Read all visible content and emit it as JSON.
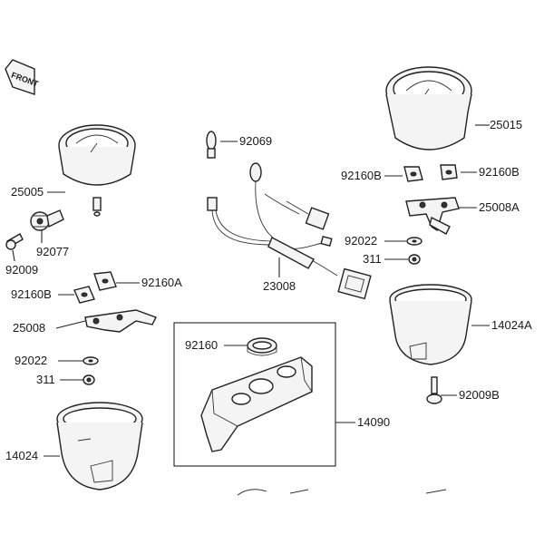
{
  "diagram": {
    "front_mark": "FRONT",
    "labels": [
      {
        "id": "l-25005",
        "text": "25005"
      },
      {
        "id": "l-92077",
        "text": "92077"
      },
      {
        "id": "l-92009",
        "text": "92009"
      },
      {
        "id": "l-92069",
        "text": "92069"
      },
      {
        "id": "l-23008",
        "text": "23008"
      },
      {
        "id": "l-25015",
        "text": "25015"
      },
      {
        "id": "l-92160B-left",
        "text": "92160B"
      },
      {
        "id": "l-92160B-right",
        "text": "92160B"
      },
      {
        "id": "l-25008A",
        "text": "25008A"
      },
      {
        "id": "l-92022-right",
        "text": "92022"
      },
      {
        "id": "l-311-right",
        "text": "311"
      },
      {
        "id": "l-14024A",
        "text": "14024A"
      },
      {
        "id": "l-92009B",
        "text": "92009B"
      },
      {
        "id": "l-92160B-mid",
        "text": "92160B"
      },
      {
        "id": "l-92160A",
        "text": "92160A"
      },
      {
        "id": "l-25008",
        "text": "25008"
      },
      {
        "id": "l-92022-left",
        "text": "92022"
      },
      {
        "id": "l-311-left",
        "text": "311"
      },
      {
        "id": "l-14024",
        "text": "14024"
      },
      {
        "id": "l-92160",
        "text": "92160"
      },
      {
        "id": "l-14090",
        "text": "14090"
      }
    ]
  }
}
